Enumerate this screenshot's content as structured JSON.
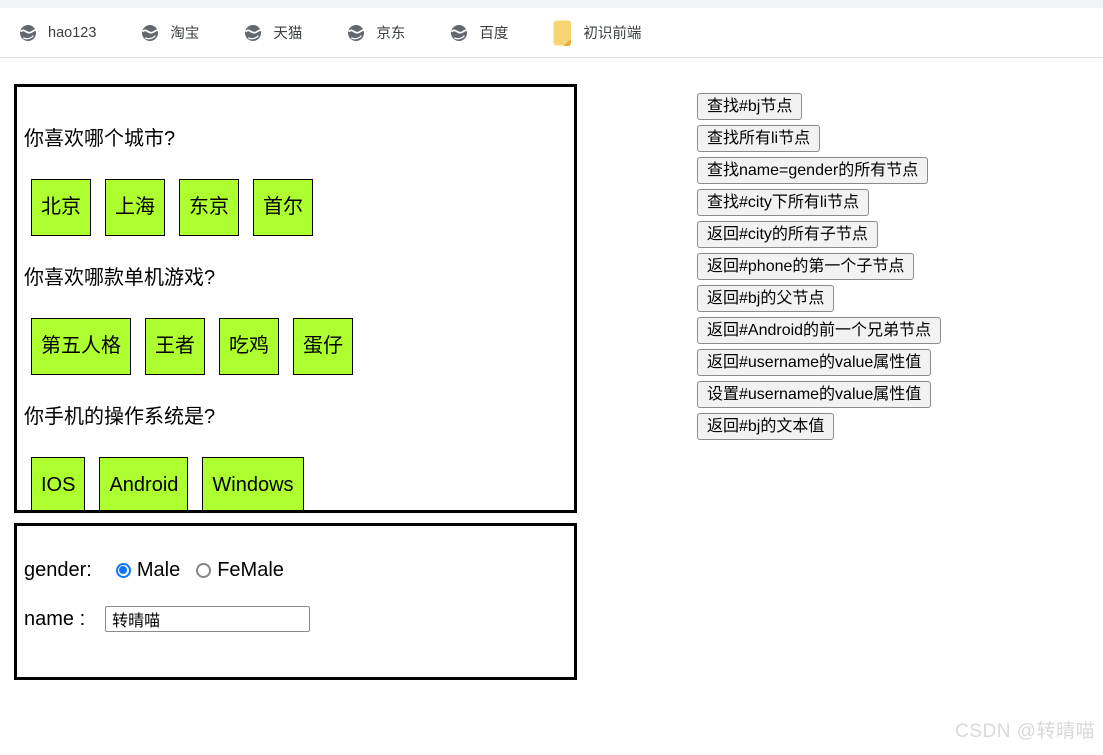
{
  "browser": {
    "bookmarks": [
      {
        "label": "hao123",
        "icon": "globe"
      },
      {
        "label": "淘宝",
        "icon": "globe"
      },
      {
        "label": "天猫",
        "icon": "globe"
      },
      {
        "label": "京东",
        "icon": "globe"
      },
      {
        "label": "百度",
        "icon": "globe"
      },
      {
        "label": "初识前端",
        "icon": "folder"
      }
    ]
  },
  "quiz": {
    "questions": [
      {
        "text": "你喜欢哪个城市?",
        "options": [
          "北京",
          "上海",
          "东京",
          "首尔"
        ]
      },
      {
        "text": "你喜欢哪款单机游戏?",
        "options": [
          "第五人格",
          "王者",
          "吃鸡",
          "蛋仔"
        ]
      },
      {
        "text": "你手机的操作系统是?",
        "options": [
          "IOS",
          "Android",
          "Windows"
        ]
      }
    ]
  },
  "form": {
    "gender_label": "gender:",
    "gender_options": [
      {
        "label": "Male",
        "checked": true
      },
      {
        "label": "FeMale",
        "checked": false
      }
    ],
    "name_label": "name :",
    "name_value": "转晴喵"
  },
  "actions": {
    "buttons": [
      "查找#bj节点",
      "查找所有li节点",
      "查找name=gender的所有节点",
      "查找#city下所有li节点",
      "返回#city的所有子节点",
      "返回#phone的第一个子节点",
      "返回#bj的父节点",
      "返回#Android的前一个兄弟节点",
      "返回#username的value属性值",
      "设置#username的value属性值",
      "返回#bj的文本值"
    ]
  },
  "watermark": "CSDN @转晴喵",
  "colors": {
    "option_green": "#adff2f",
    "radio_blue": "#0b76ff",
    "button_bg": "#f2f2f2",
    "button_border": "#8b8b8b",
    "tab_strip": "#f1f3f4",
    "watermark_gray": "#d9d9d9"
  }
}
